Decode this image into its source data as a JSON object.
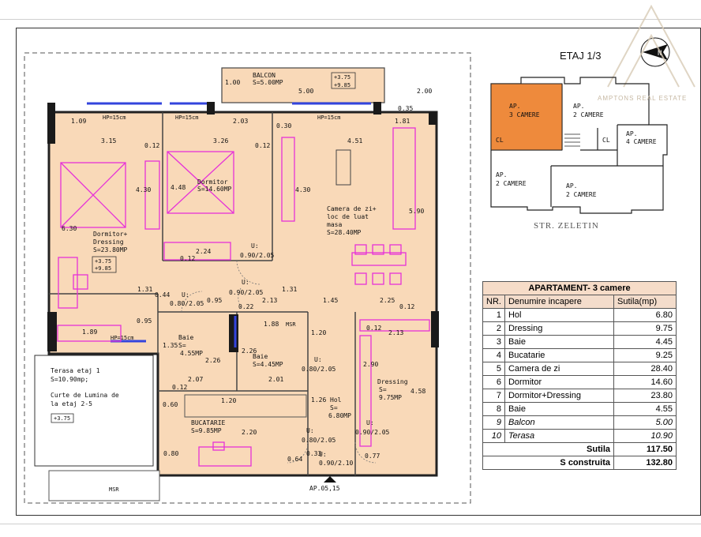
{
  "floor_label": "ETAJ 1/3",
  "street_label": "STR. ZELETIN",
  "watermark": "AMPTONS REAL ESTATE",
  "apartment_label": "AP.05,15",
  "rooms": {
    "balcon": {
      "name": "BALCON",
      "area": "S=5.00MP"
    },
    "dormitor_dressing": {
      "name": "Dormitor+",
      "name2": "Dressing",
      "area": "S=23.80MP"
    },
    "dormitor": {
      "name": "Dormitor",
      "area": "S=14.60MP"
    },
    "camera_zi": {
      "name": "Camera de zi+",
      "name2": "loc de luat",
      "name3": "masa",
      "area": "S=28.40MP"
    },
    "baie1": {
      "name": "Baie",
      "area": "S=",
      "area2": "4.55MP"
    },
    "baie2": {
      "name": "Baie",
      "area": "S=4.45MP"
    },
    "dressing": {
      "name": "Dressing",
      "area": "S=",
      "area2": "9.75MP"
    },
    "hol": {
      "name": "Hol",
      "area": "S=",
      "area2": "6.80MP"
    },
    "bucatarie": {
      "name": "BUCATARIE",
      "area": "S=9.85MP"
    },
    "terasa": {
      "line1": "Terasa etaj 1",
      "line2": "S=10.90mp;",
      "line3": "Curte de Lumina de",
      "line4": "la etaj 2-5",
      "level": "+3.75"
    }
  },
  "levels": {
    "a": "+3.75",
    "b": "+9.85"
  },
  "dims": {
    "d100": "1.00",
    "d500": "5.00",
    "d200": "2.00",
    "d035": "0.35",
    "d109": "1.09",
    "d203": "2.03",
    "d181": "1.81",
    "d030": "0.30",
    "d315": "3.15",
    "d012": "0.12",
    "d326": "3.26",
    "d451": "4.51",
    "d430": "4.30",
    "d448": "4.48",
    "d590": "5.90",
    "d630": "6.30",
    "d224": "2.24",
    "d131": "1.31",
    "d044": "0.44",
    "d095": "0.95",
    "d022": "0.22",
    "d213": "2.13",
    "d145": "1.45",
    "d225": "2.25",
    "d189": "1.89",
    "d188": "1.88",
    "d135": "1.35",
    "d226": "2.26",
    "d120": "1.20",
    "d290": "2.90",
    "d458": "4.58",
    "d207": "2.07",
    "d201": "2.01",
    "d126": "1.26",
    "d060": "0.60",
    "d220": "2.20",
    "d080": "0.80",
    "d064": "0.64",
    "d033": "0.33",
    "d077": "0.77",
    "u090": "0.90/2.05",
    "u080": "0.80/2.05",
    "u0902": "0.90/2.10",
    "u": "U:",
    "hp": "HP=15cm",
    "msr": "MSR"
  },
  "keyplan": {
    "ap1": {
      "l1": "AP.",
      "l2": "3 CAMERE"
    },
    "ap2": {
      "l1": "AP.",
      "l2": "2 CAMERE"
    },
    "ap3": {
      "l1": "AP.",
      "l2": "4 CAMERE"
    },
    "ap4": {
      "l1": "AP.",
      "l2": "2 CAMERE"
    },
    "ap5": {
      "l1": "AP.",
      "l2": "2 CAMERE"
    },
    "cl": "CL"
  },
  "table": {
    "title": "APARTAMENT- 3 camere",
    "headers": [
      "NR.",
      "Denumire incapere",
      "Sutila(mp)"
    ],
    "rows": [
      [
        "1",
        "Hol",
        "6.80"
      ],
      [
        "2",
        "Dressing",
        "9.75"
      ],
      [
        "3",
        "Baie",
        "4.45"
      ],
      [
        "4",
        "Bucatarie",
        "9.25"
      ],
      [
        "5",
        "Camera de zi",
        "28.40"
      ],
      [
        "6",
        "Dormitor",
        "14.60"
      ],
      [
        "7",
        "Dormitor+Dressing",
        "23.80"
      ],
      [
        "8",
        "Baie",
        "4.55"
      ],
      [
        "9",
        "Balcon",
        "5.00"
      ],
      [
        "10",
        "Terasa",
        "10.90"
      ]
    ],
    "sutila_label": "Sutila",
    "sutila_value": "117.50",
    "sconstr_label": "S construita",
    "sconstr_value": "132.80"
  },
  "colors": {
    "floor": "#f9d9b8",
    "accent": "#ee8a3c",
    "wall": "#222222",
    "furniture": "#e632d8",
    "window": "#3344dd"
  }
}
